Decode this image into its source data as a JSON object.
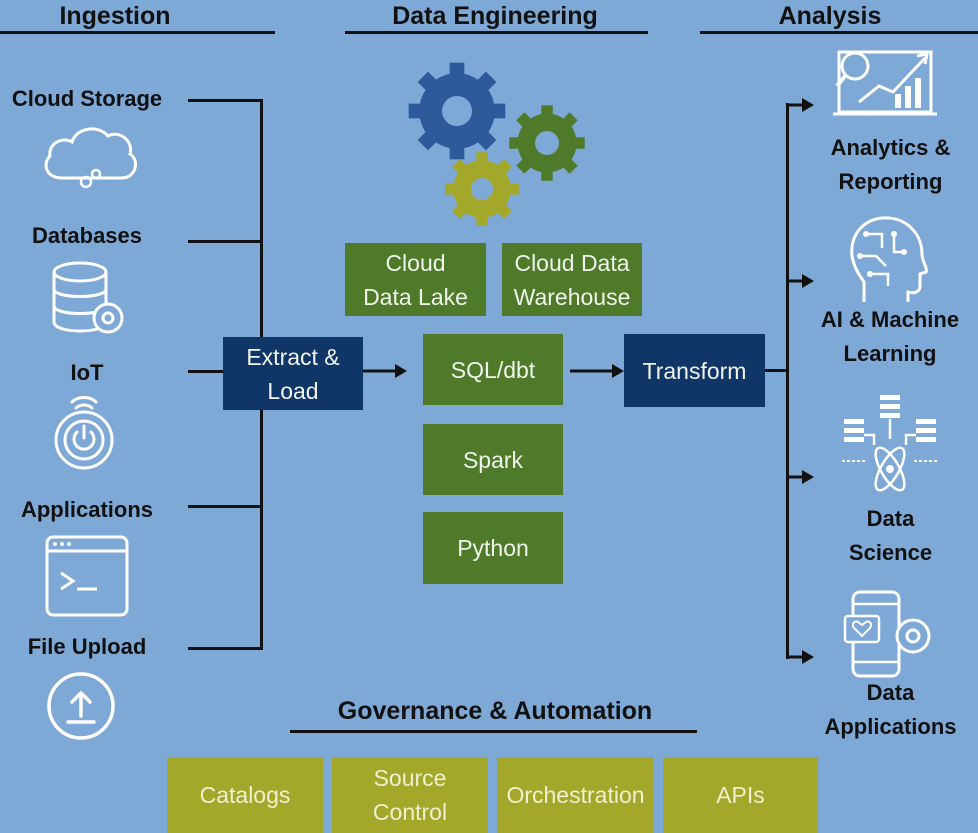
{
  "sections": {
    "ingestion": "Ingestion",
    "engineering": "Data Engineering",
    "analysis": "Analysis",
    "governance": "Governance & Automation"
  },
  "sources": {
    "cloud_storage": "Cloud Storage",
    "databases": "Databases",
    "iot": "IoT",
    "applications": "Applications",
    "file_upload": "File Upload"
  },
  "engineering": {
    "data_lake": "Cloud\nData Lake",
    "warehouse": "Cloud Data\nWarehouse",
    "sql_dbt": "SQL/dbt",
    "spark": "Spark",
    "python": "Python"
  },
  "flow": {
    "extract_load": "Extract &\nLoad",
    "transform": "Transform"
  },
  "outputs": {
    "analytics": "Analytics &\nReporting",
    "ai_ml": "AI & Machine\nLearning",
    "data_science": "Data\nScience",
    "data_apps": "Data\nApplications"
  },
  "governance": {
    "catalogs": "Catalogs",
    "source_control": "Source\nControl",
    "orchestration": "Orchestration",
    "apis": "APIs"
  },
  "colors": {
    "background": "#7ea9d6",
    "green": "#4e7a2a",
    "navy": "#0f3666",
    "olive": "#a3a82a",
    "gear_blue": "#2c5a9a",
    "gear_green": "#4e7a2a",
    "gear_olive": "#a3a82a"
  }
}
